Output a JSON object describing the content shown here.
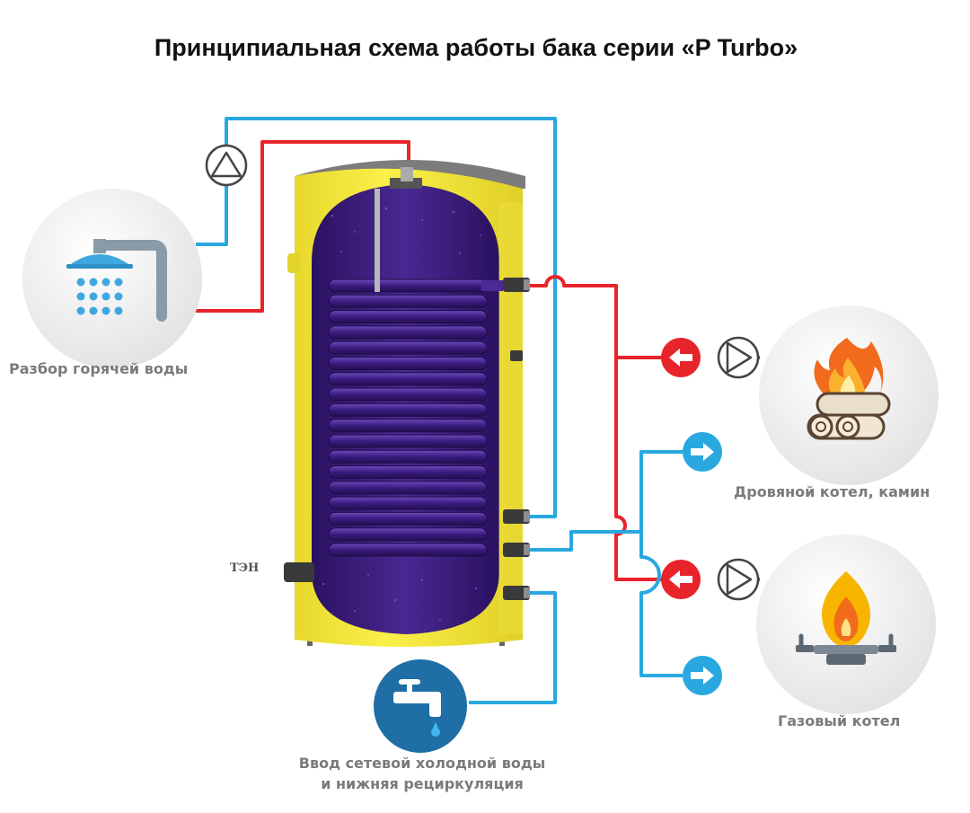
{
  "title": "Принципиальная схема работы бака серии «P Turbo»",
  "labels": {
    "hot_water": "Разбор горячей воды",
    "wood_boiler": "Дровяной котел, камин",
    "gas_boiler": "Газовый котел",
    "heating_element": "ТЭН",
    "cold_inlet_line1": "Ввод  сетевой холодной воды",
    "cold_inlet_line2": "и нижняя рециркуляция"
  },
  "colors": {
    "hot_pipe": "#e8242b",
    "cold_pipe": "#29a8e0",
    "tank_shell": "#f6e837",
    "tank_inner": "#3a1a7a",
    "coil": "#4c2a96",
    "icon_circle": "#ececec"
  },
  "icons": [
    "pump-icon",
    "shower-icon",
    "flame-icon",
    "firewood-icon",
    "gas-burner-icon",
    "water-tap-icon",
    "arrow-left-icon",
    "arrow-right-icon"
  ]
}
